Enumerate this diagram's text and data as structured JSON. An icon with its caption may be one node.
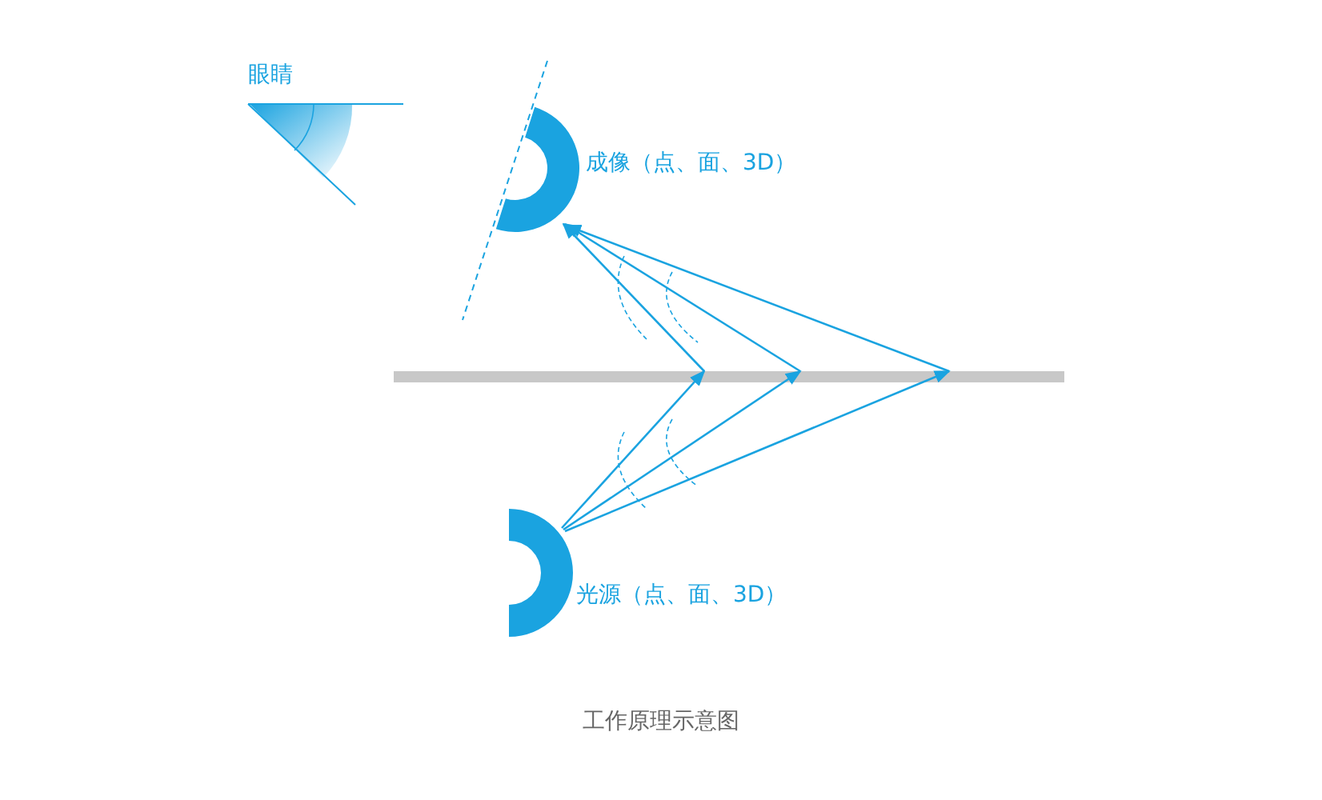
{
  "diagram": {
    "caption": "工作原理示意图",
    "nodes": [
      {
        "text": [
          "眼睛"
        ]
      },
      {
        "text": [
          "成像（点、面、3D）"
        ]
      },
      {
        "text": [],
        "shape": "bar"
      },
      {
        "text": [
          "光源（点、面、3D）"
        ]
      }
    ],
    "edges": [
      {
        "from": 3,
        "to": 2,
        "arrow": "to"
      },
      {
        "from": 3,
        "to": 2,
        "arrow": "to"
      },
      {
        "from": 3,
        "to": 2,
        "arrow": "to"
      },
      {
        "from": 2,
        "to": 1,
        "arrow": "to"
      },
      {
        "from": 2,
        "to": 1,
        "arrow": "to"
      },
      {
        "from": 2,
        "to": 1,
        "arrow": "to"
      }
    ]
  }
}
